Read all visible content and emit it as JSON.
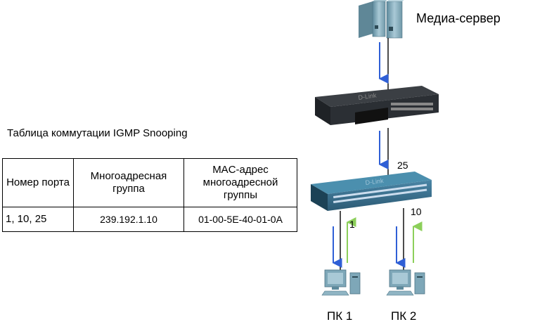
{
  "server": {
    "label": "Медиа-сервер"
  },
  "switch_core": {
    "brand": "D-Link"
  },
  "switch_access": {
    "brand": "D-Link",
    "uplink_port": "25"
  },
  "ports": {
    "pc1": "1",
    "pc2": "10"
  },
  "pcs": [
    {
      "label": "ПК 1"
    },
    {
      "label": "ПК 2"
    }
  ],
  "table": {
    "title": "Таблица коммутации IGMP Snooping",
    "headers": [
      "Номер порта",
      "Многоадресная группа",
      "MAC-адрес многоадресной группы"
    ],
    "rows": [
      [
        "1, 10, 25",
        "239.192.1.10",
        "01-00-5E-40-01-0A"
      ]
    ]
  },
  "colors": {
    "downstream_arrow": "#2f5fd6",
    "upstream_arrow": "#8ccf5a",
    "server_body": "#7fa8b8",
    "switch_top": "#3a6f8c"
  },
  "icons": [
    "server-icon",
    "switch-icon",
    "pc-icon"
  ]
}
